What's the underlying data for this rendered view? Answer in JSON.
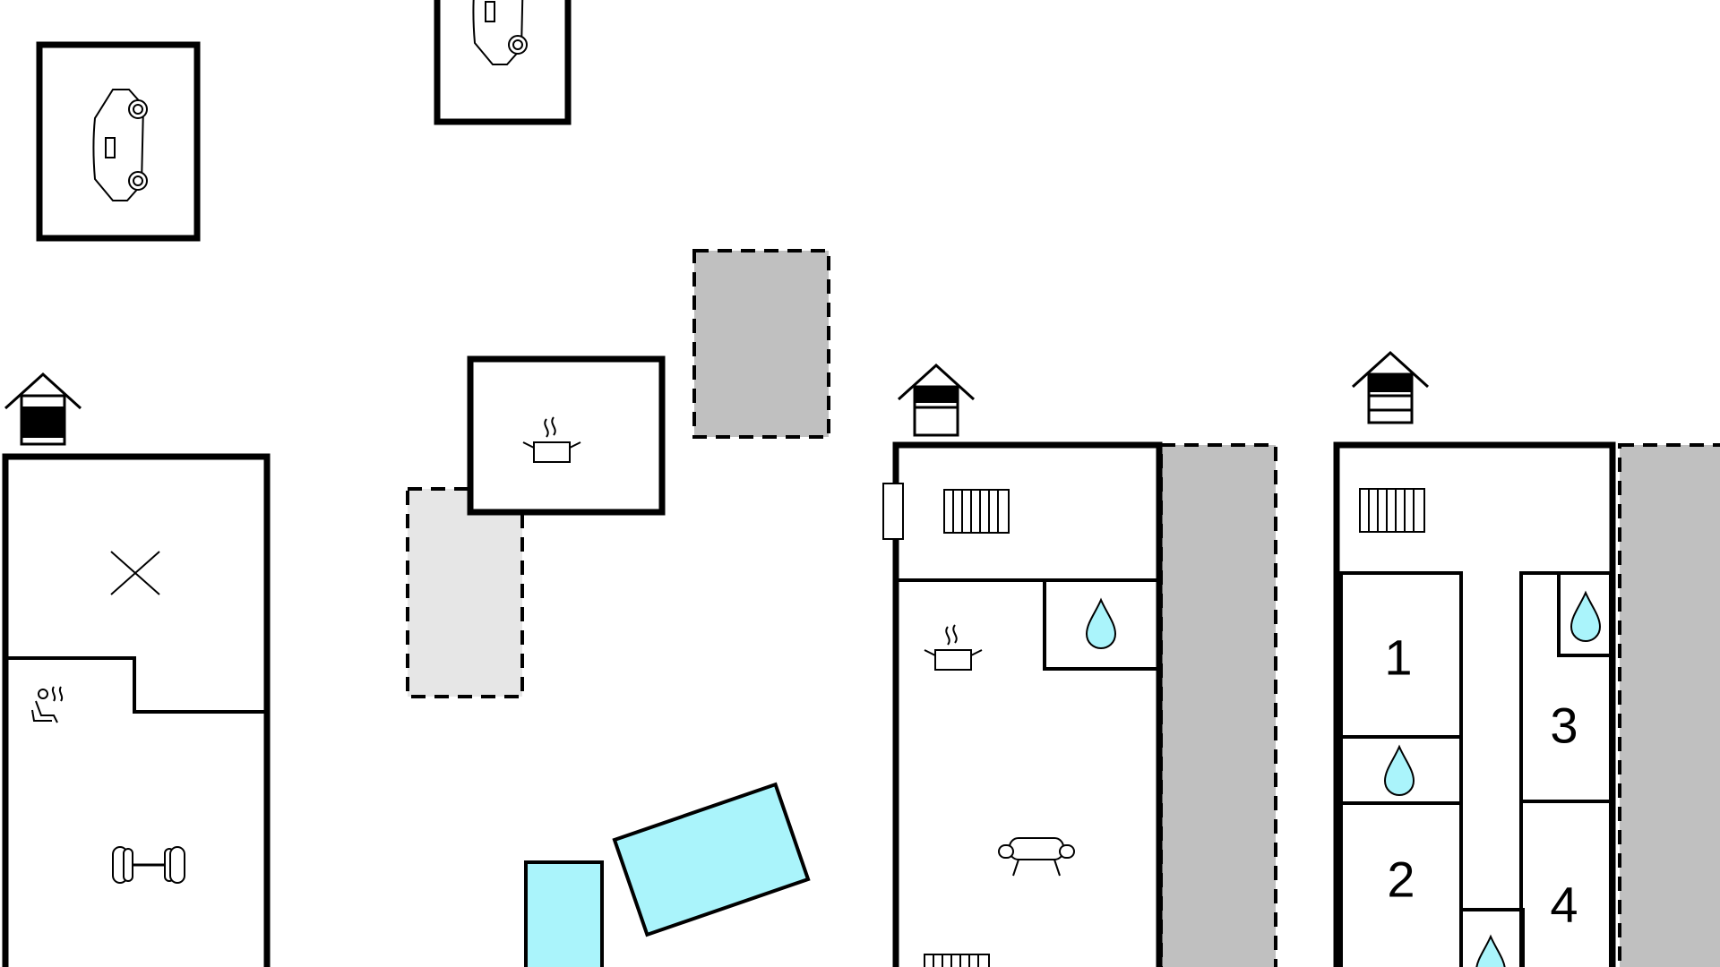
{
  "floorplan": {
    "rooms": [
      {
        "label": "1"
      },
      {
        "label": "2"
      },
      {
        "label": "3"
      },
      {
        "label": "4"
      }
    ],
    "icons": [
      "car-icon",
      "car-icon",
      "house-entrance-icon",
      "cooking-pot-icon",
      "sauna-icon",
      "dumbbell-icon",
      "cross-icon",
      "radiator-icon",
      "water-drop-icon",
      "sofa-icon",
      "window-icon"
    ],
    "colors": {
      "wall": "#000000",
      "pool": "#aaf4fb",
      "terrace": "#c0c0c0",
      "terrace_light": "#e6e6e6",
      "background": "#ffffff"
    }
  }
}
